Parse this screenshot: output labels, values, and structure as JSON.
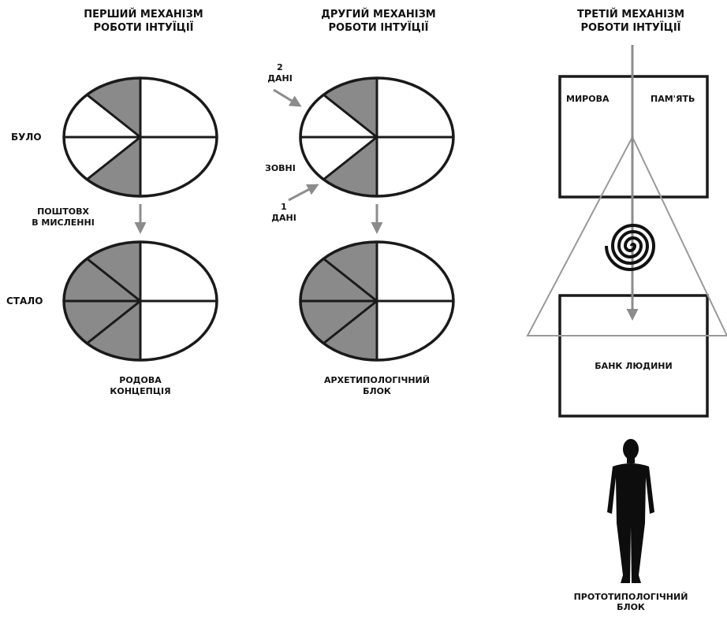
{
  "mechanisms": {
    "first": {
      "title_line1": "ПЕРШИЙ МЕХАНІЗМ",
      "title_line2": "РОБОТИ ІНТУЇЦІЇ"
    },
    "second": {
      "title_line1": "ДРУГИЙ МЕХАНІЗМ",
      "title_line2": "РОБОТИ ІНТУЇЦІЇ"
    },
    "third": {
      "title_line1": "ТРЕТІЙ МЕХАНІЗМ",
      "title_line2": "РОБОТИ ІНТУЇЦІЇ"
    }
  },
  "first": {
    "before_label": "БУЛО",
    "push_line1": "ПОШТОВХ",
    "push_line2": "В МИСЛЕННІ",
    "after_label": "СТАЛО",
    "result_line1": "РОДОВА",
    "result_line2": "КОНЦЕПЦІЯ"
  },
  "second": {
    "data2_num": "2",
    "data2_word": "ДАНІ",
    "outside_label": "ЗОВНІ",
    "data1_num": "1",
    "data1_word": "ДАНІ",
    "result_line1": "АРХЕТИПОЛОГІЧНИЙ",
    "result_line2": "БЛОК"
  },
  "third": {
    "world_label": "МИРОВА",
    "memory_label": "ПАМ'ЯТЬ",
    "bank_label": "БАНК ЛЮДИНИ",
    "result_line1": "ПРОТОТИПОЛОГІЧНИЙ",
    "result_line2": "БЛОК"
  },
  "colors": {
    "stroke": "#1a1a1a",
    "shaded_sector": "#8a8a8a",
    "arrow_gray": "#8c8c8c",
    "triangle_gray": "#999999",
    "silhouette": "#0d0d0d"
  }
}
